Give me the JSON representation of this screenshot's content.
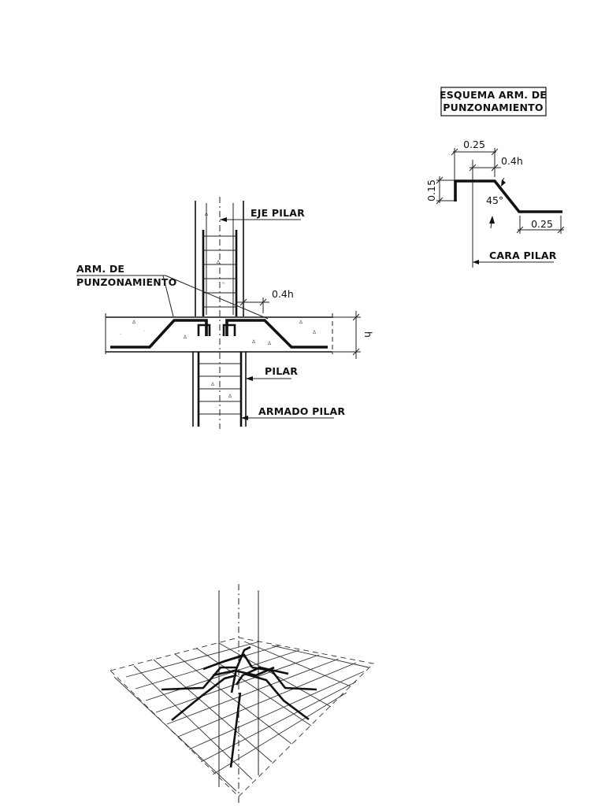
{
  "schema": {
    "title_line1": "ESQUEMA ARM. DE",
    "title_line2": "PUNZONAMIENTO",
    "dim_top": "0.25",
    "dim_04h": "0.4h",
    "dim_015": "0.15",
    "angle": "45°",
    "dim_bottom": "0.25",
    "cara_pilar": "CARA PILAR"
  },
  "section": {
    "eje_pilar": "EJE PILAR",
    "arm_line1": "ARM. DE",
    "arm_line2": "PUNZONAMIENTO",
    "dim_04h": "0.4h",
    "dim_h": "h",
    "pilar": "PILAR",
    "armado_pilar": "ARMADO PILAR"
  }
}
